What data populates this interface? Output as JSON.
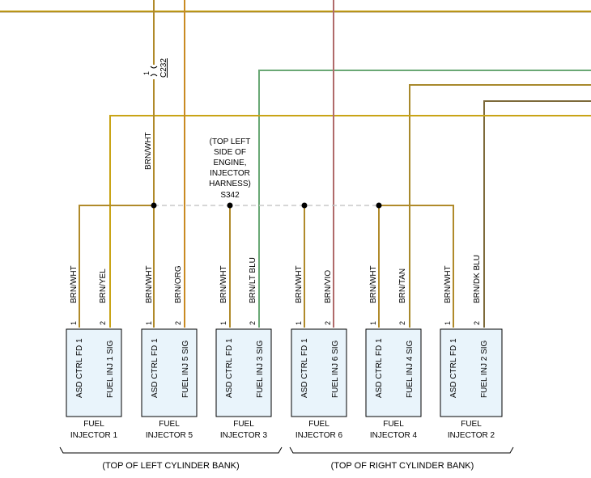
{
  "colors": {
    "brn_wht": "#b08a2a",
    "brn_yel": "#c9a416",
    "brn_org": "#c98a22",
    "brn_lt_blu": "#6aa875",
    "brn_vio": "#b06a6a",
    "brn_tan": "#a8892c",
    "brn_dk_blu": "#7d6a3a",
    "splice_dash": "#c8c8c8",
    "connector_fill": "#e9f4fb"
  },
  "connector": {
    "pin": "1",
    "name": "C232"
  },
  "splice": {
    "note_lines": [
      "(TOP LEFT",
      "SIDE OF",
      "ENGINE,",
      "INJECTOR",
      "HARNESS)"
    ],
    "id": "S342"
  },
  "top_wire_label": "BRN/WHT",
  "injectors": [
    {
      "title": [
        "FUEL",
        "INJECTOR 1"
      ],
      "pins": [
        {
          "num": "1",
          "wire": "BRN/WHT",
          "func": "ASD CTRL FD 1"
        },
        {
          "num": "2",
          "wire": "BRN/YEL",
          "func": "FUEL INJ 1 SIG"
        }
      ]
    },
    {
      "title": [
        "FUEL",
        "INJECTOR 5"
      ],
      "pins": [
        {
          "num": "1",
          "wire": "BRN/WHT",
          "func": "ASD CTRL FD 1"
        },
        {
          "num": "2",
          "wire": "BRN/ORG",
          "func": "FUEL INJ 5 SIG"
        }
      ]
    },
    {
      "title": [
        "FUEL",
        "INJECTOR 3"
      ],
      "pins": [
        {
          "num": "1",
          "wire": "BRN/WHT",
          "func": "ASD CTRL FD 1"
        },
        {
          "num": "2",
          "wire": "BRN/LT BLU",
          "func": "FUEL INJ 3 SIG"
        }
      ]
    },
    {
      "title": [
        "FUEL",
        "INJECTOR 6"
      ],
      "pins": [
        {
          "num": "1",
          "wire": "BRN/WHT",
          "func": "ASD CTRL FD 1"
        },
        {
          "num": "2",
          "wire": "BRN/VIO",
          "func": "FUEL INJ 6 SIG"
        }
      ]
    },
    {
      "title": [
        "FUEL",
        "INJECTOR 4"
      ],
      "pins": [
        {
          "num": "1",
          "wire": "BRN/WHT",
          "func": "ASD CTRL FD 1"
        },
        {
          "num": "2",
          "wire": "BRN/TAN",
          "func": "FUEL INJ 4 SIG"
        }
      ]
    },
    {
      "title": [
        "FUEL",
        "INJECTOR 2"
      ],
      "pins": [
        {
          "num": "1",
          "wire": "BRN/WHT",
          "func": "ASD CTRL FD 1"
        },
        {
          "num": "2",
          "wire": "BRN/DK BLU",
          "func": "FUEL INJ 2 SIG"
        }
      ]
    }
  ],
  "groups": [
    {
      "label": "(TOP OF LEFT CYLINDER BANK)"
    },
    {
      "label": "(TOP OF RIGHT CYLINDER BANK)"
    }
  ]
}
